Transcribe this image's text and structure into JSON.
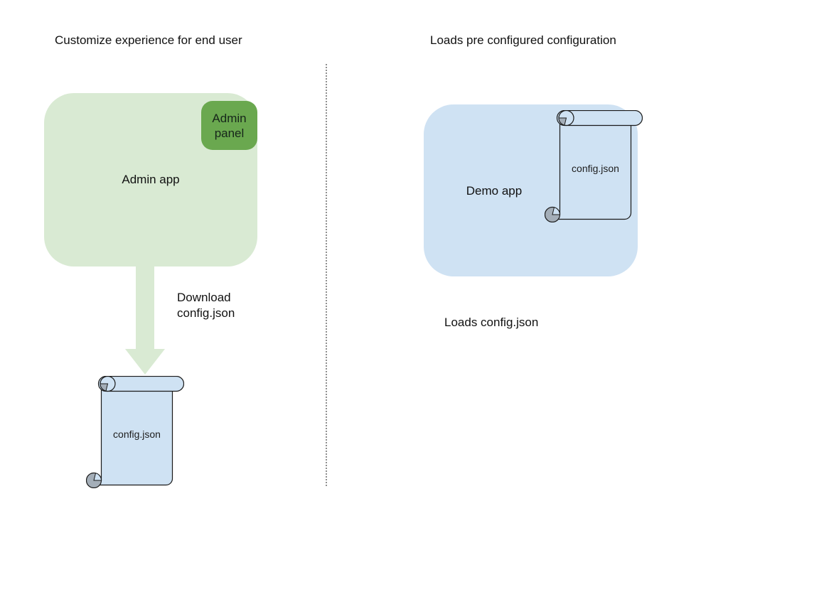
{
  "diagram": {
    "left": {
      "heading": "Customize experience for end user",
      "admin_app_label": "Admin app",
      "admin_panel_label": "Admin panel",
      "arrow_caption_lines": [
        "Download",
        "config.json"
      ],
      "file_label": "config.json"
    },
    "right": {
      "heading": "Loads pre configured configuration",
      "demo_app_label": "Demo app",
      "file_label": "config.json",
      "caption": "Loads config.json"
    },
    "colors": {
      "admin_box_green": "#d9ead3",
      "admin_panel_green": "#6aa84f",
      "arrow_green": "#d9ead3",
      "demo_box_blue": "#cfe2f3",
      "scroll_fill_blue": "#cfe2f3",
      "scroll_curl_gray": "#a4aeb8",
      "outline_black": "#1a1a1a",
      "divider_gray": "#8f8f8f",
      "text_black": "#111111"
    }
  }
}
